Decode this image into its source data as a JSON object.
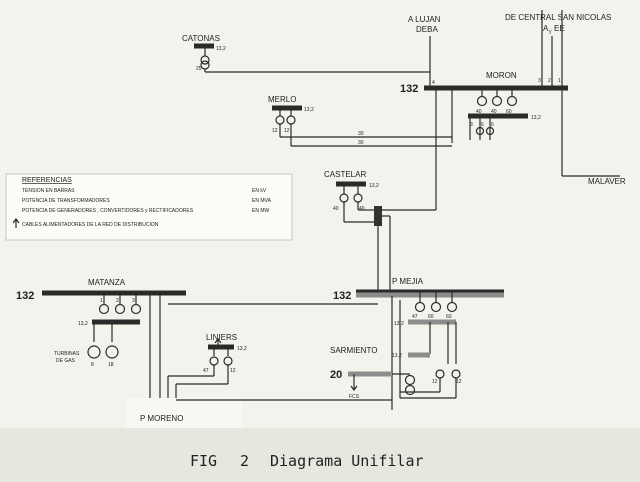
{
  "labels": {
    "catonas": "CATONAS",
    "catonas_v": "13,2",
    "a_lujan": "A LUJAN",
    "deba": "DEBA",
    "de_central": "DE CENTRAL SAN NICOLAS",
    "ay_ee": "A",
    "ay_ee_sub": "y",
    "ay_ee_tail": "EE",
    "moron": "MORON",
    "moron_132": "132",
    "moron_13": "13,2",
    "merlo": "MERLO",
    "merlo_v": "13,2",
    "castelar": "CASTELAR",
    "castelar_v": "13,2",
    "malaver": "MALAVER",
    "matanza": "MATANZA",
    "matanza_132": "132",
    "matanza_13": "13,2",
    "turbinas": "TURBINAS",
    "de_gas": "DE GAS",
    "pmejia": "P MEJIA",
    "pmejia_132": "132",
    "pmejia_13a": "13,2",
    "pmejia_13b": "13,2",
    "liniers": "LINIERS",
    "liniers_v": "13,2",
    "sarmiento": "SARMIENTO",
    "sarm_20": "20",
    "fcs": "FCS",
    "pmoreno": "P MORENO"
  },
  "numbers": {
    "n12": "12",
    "n25": "25",
    "n4": "4",
    "n1": "1",
    "n2": "2",
    "n3": "3",
    "n30": "30",
    "n40": "40",
    "n47": "47",
    "n60": "60",
    "n6": "6",
    "n8": "8",
    "n18": "18"
  },
  "references": {
    "title": "REFERENCIAS",
    "rows": [
      {
        "text": "TENSION EN BARRAS",
        "unit": "EN kV"
      },
      {
        "text": "POTENCIA DE TRANSFORMADORES",
        "unit": "EN MVA"
      },
      {
        "text": "POTENCIA DE GENERADORES , CONVERTIDORES y RECTIFICADORES",
        "unit": "EN MW"
      },
      {
        "text": "CABLES ALIMENTADORES DE LA RED DE DISTRIBUCION",
        "unit": ""
      }
    ]
  },
  "caption": {
    "fig": "FIG",
    "num": "2",
    "title": "Diagrama Unifilar"
  }
}
